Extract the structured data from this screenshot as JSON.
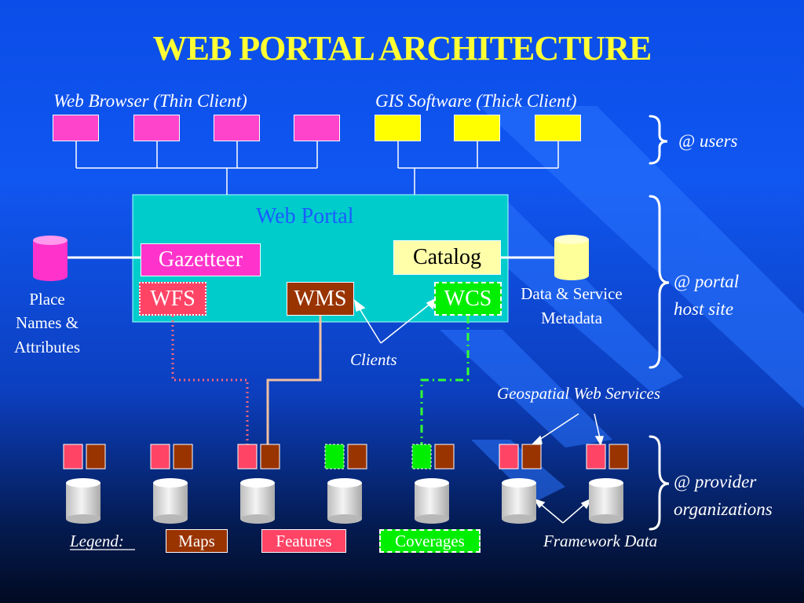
{
  "title": "WEB PORTAL ARCHITECTURE",
  "users": {
    "thin_client_label": "Web Browser (Thin Client)",
    "thick_client_label": "GIS Software (Thick Client)",
    "brace_label": "@ users"
  },
  "portal": {
    "title": "Web Portal",
    "gazetteer": "Gazetteer",
    "catalog": "Catalog",
    "wfs": "WFS",
    "wms": "WMS",
    "wcs": "WCS",
    "brace_label_1": "@ portal",
    "brace_label_2": "host site"
  },
  "place_names": {
    "line1": "Place",
    "line2": "Names &",
    "line3": "Attributes"
  },
  "metadata": {
    "line1": "Data & Service",
    "line2": "Metadata"
  },
  "clients_label": "Clients",
  "geospatial_label": "Geospatial Web Services",
  "provider": {
    "brace_label_1": "@ provider",
    "brace_label_2": "organizations"
  },
  "legend": {
    "label": "Legend:",
    "maps": "Maps",
    "features": "Features",
    "coverages": "Coverages"
  },
  "framework_label": "Framework Data",
  "colors": {
    "title": "#ffff33",
    "thin_client": "#ff44cc",
    "thick_client": "#ffff00",
    "portal": "#00cccc",
    "portal_title": "#1a5cff",
    "gazetteer": "#ff33cc",
    "catalog": "#ffffaa",
    "wfs": "#ff4466",
    "wms": "#993300",
    "wcs": "#00ee00"
  }
}
